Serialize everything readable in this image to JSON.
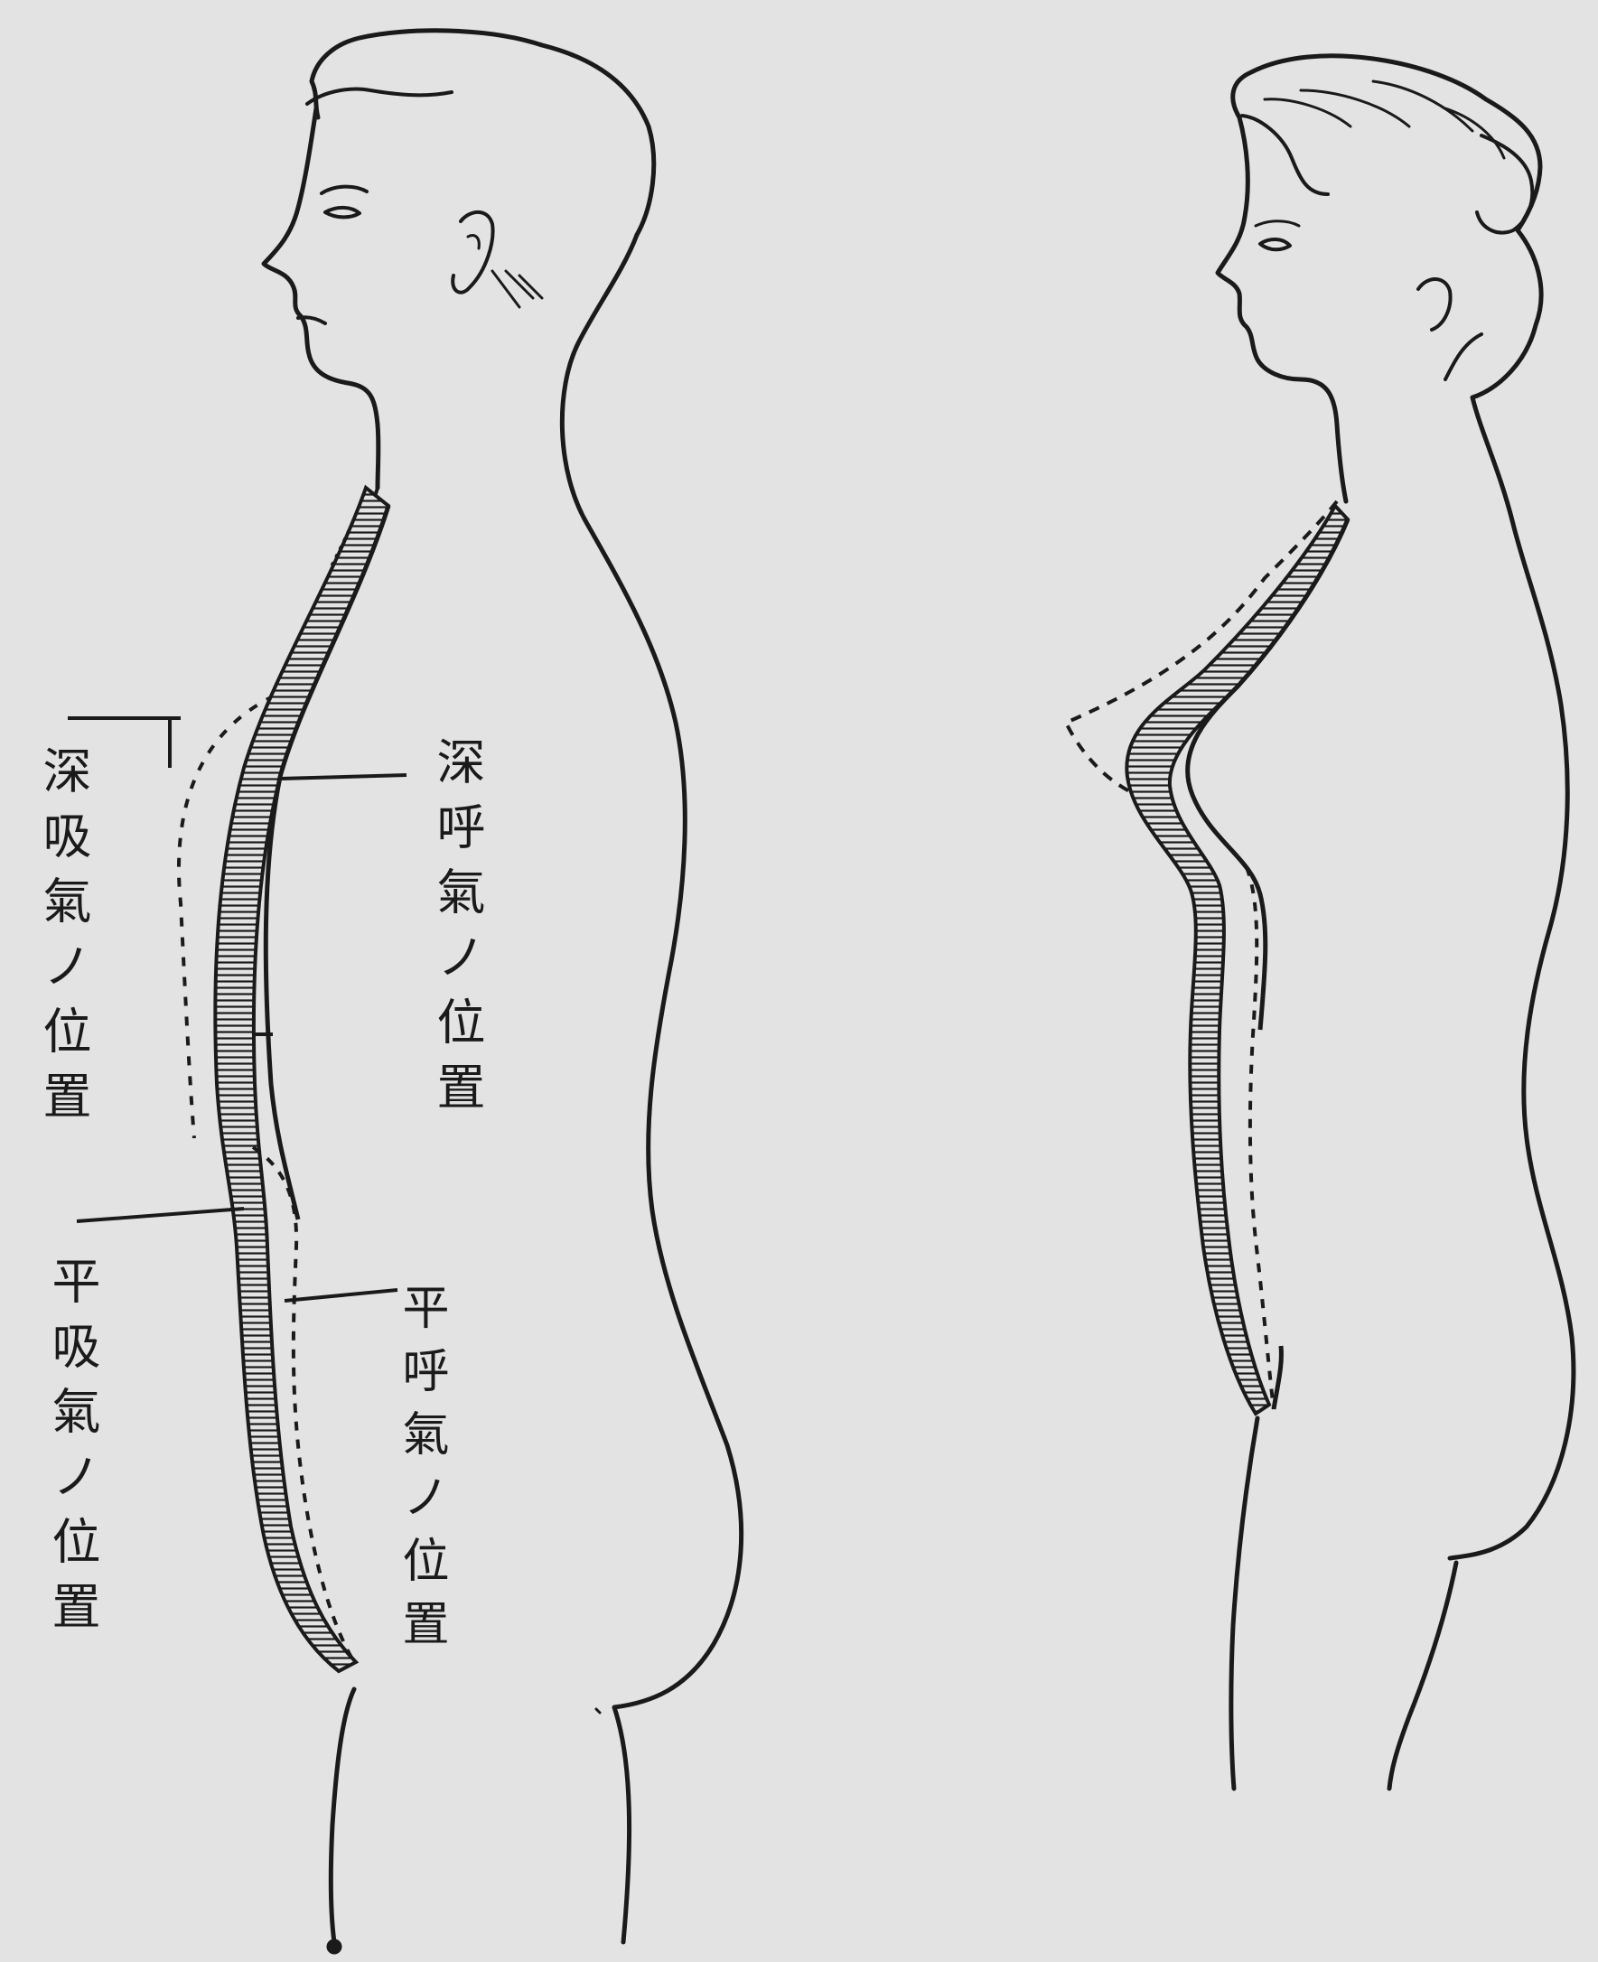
{
  "labels": {
    "deep_inhale": "深吸氣ノ位置",
    "deep_exhale": "深呼氣ノ位置",
    "normal_inhale": "平吸氣ノ位置",
    "normal_exhale": "平呼氣ノ位置"
  },
  "colors": {
    "paper": "#e3e3e3",
    "ink": "#1a1a1a"
  }
}
